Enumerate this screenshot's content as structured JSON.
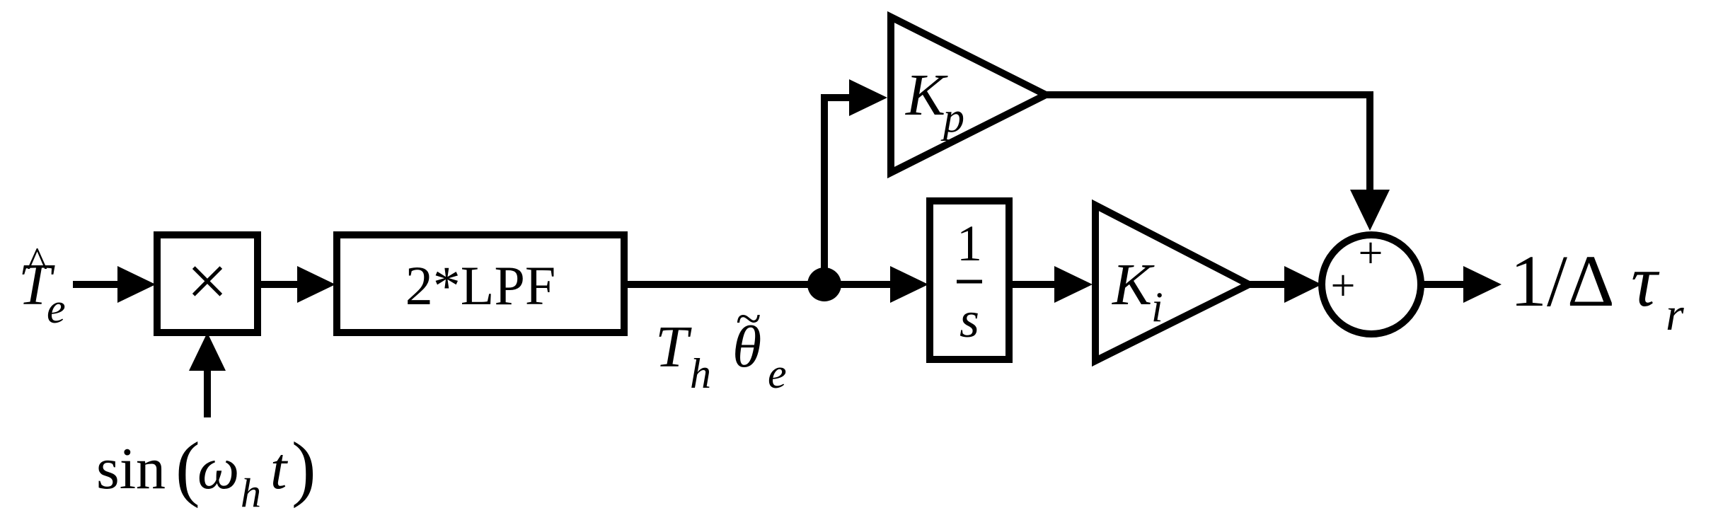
{
  "diagram": {
    "input": {
      "base": "T",
      "accent": "^",
      "sub": "e"
    },
    "multiplier": {
      "symbol": "×"
    },
    "carrier": {
      "prefix": "sin",
      "open": "(",
      "omega": "ω",
      "omega_sub": "h",
      "t": "t",
      "close": ")"
    },
    "lpf": {
      "label": "2*LPF"
    },
    "error_signal": {
      "T": "T",
      "T_sub": "h",
      "theta": "θ",
      "theta_accent": "~",
      "theta_sub": "e"
    },
    "proportional": {
      "K": "K",
      "sub": "p"
    },
    "integrator": {
      "numerator": "1",
      "denominator": "s"
    },
    "integral_gain": {
      "K": "K",
      "sub": "i"
    },
    "summer": {
      "top_sign": "+",
      "left_sign": "+"
    },
    "output": {
      "text": "1/Δ",
      "tau": "τ",
      "tau_sub": "r"
    }
  }
}
